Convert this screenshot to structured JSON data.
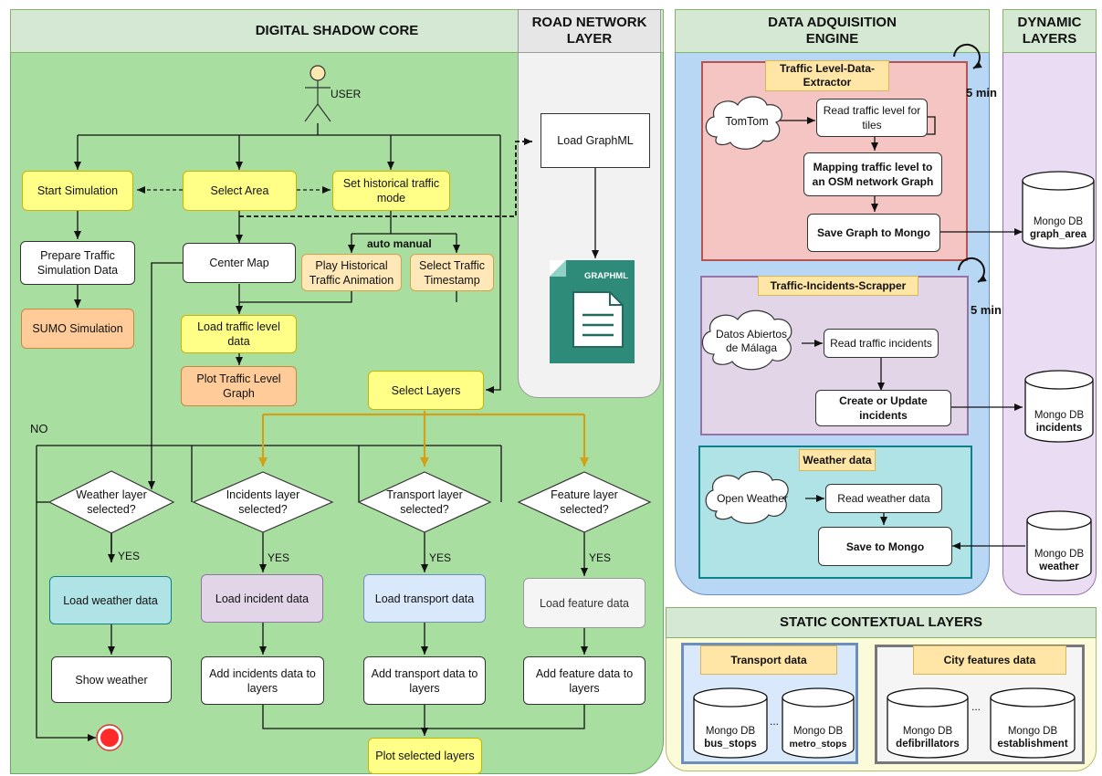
{
  "headers": {
    "core": "DIGITAL SHADOW CORE",
    "road": "ROAD NETWORK LAYER",
    "acq": "DATA ADQUISITION ENGINE",
    "dyn": "DYNAMIC LAYERS",
    "static": "STATIC CONTEXTUAL LAYERS"
  },
  "core": {
    "user": "USER",
    "start_simulation": "Start Simulation",
    "select_area": "Select Area",
    "set_historical": "Set historical traffic mode",
    "prepare": "Prepare Traffic Simulation Data",
    "sumo": "SUMO Simulation",
    "center_map": "Center Map",
    "auto_manual": "auto manual",
    "play_historical": "Play Historical Traffic Animation",
    "select_timestamp": "Select Traffic Timestamp",
    "load_traffic_level": "Load traffic level data",
    "plot_traffic_level": "Plot Traffic Level Graph",
    "select_layers": "Select Layers",
    "no": "NO",
    "weather_q": "Weather layer selected?",
    "incidents_q": "Incidents layer selected?",
    "transport_q": "Transport layer selected?",
    "feature_q": "Feature layer selected?",
    "yes": "YES",
    "load_weather": "Load weather data",
    "load_incident": "Load incident data",
    "load_transport": "Load transport data",
    "load_feature": "Load feature data",
    "show_weather": "Show weather",
    "add_incidents": "Add incidents data to layers",
    "add_transport": "Add transport data to layers",
    "add_feature": "Add feature data to layers",
    "plot_selected": "Plot selected layers"
  },
  "road": {
    "load_graphml": "Load GraphML",
    "file_icon_label": "GRAPHML"
  },
  "acq": {
    "traffic_title": "Traffic Level-Data-Extractor",
    "five_min_1": "5 min",
    "tomtom": "TomTom",
    "read_traffic": "Read traffic level for tiles",
    "mapping_pre": "Mapping traffic level to an OSM network ",
    "mapping_bold": "Graph",
    "save_graph": "Save Graph to Mongo",
    "incidents_title": "Traffic-Incidents-Scrapper",
    "five_min_2": "5 min",
    "datos_abiertos": "Datos Abiertos de Málaga",
    "read_incidents": "Read traffic incidents",
    "create_update": "Create or Update incidents",
    "weather_title": "Weather data",
    "open_weather": "Open Weather",
    "read_weather": "Read weather data",
    "save_mongo": "Save to Mongo"
  },
  "dyn": {
    "db1_name": "Mongo DB",
    "db1_coll": "graph_area",
    "db2_name": "Mongo DB",
    "db2_coll": "incidents",
    "db3_name": "Mongo DB",
    "db3_coll": "weather"
  },
  "static": {
    "transport_title": "Transport data",
    "city_title": "City features data",
    "ellipsis1": "...",
    "ellipsis2": "...",
    "db_bus_name": "Mongo DB",
    "db_bus_coll": "bus_stops",
    "db_metro_name": "Mongo DB",
    "db_metro_coll": "metro_stops",
    "db_defib_name": "Mongo DB",
    "db_defib_coll": "defibrillators",
    "db_est_name": "Mongo DB",
    "db_est_coll": "establishment"
  },
  "colors": {
    "core_bg": "#a9dea1",
    "core_header": "#d5e8d4",
    "road_bg": "#f2f2f2",
    "acq_bg": "#b8d7f5",
    "dyn_bg": "#eadcf3",
    "static_bg": "#fbfbd9",
    "gold_arrow": "#d4a017",
    "stop_red": "#ff2a2a"
  }
}
